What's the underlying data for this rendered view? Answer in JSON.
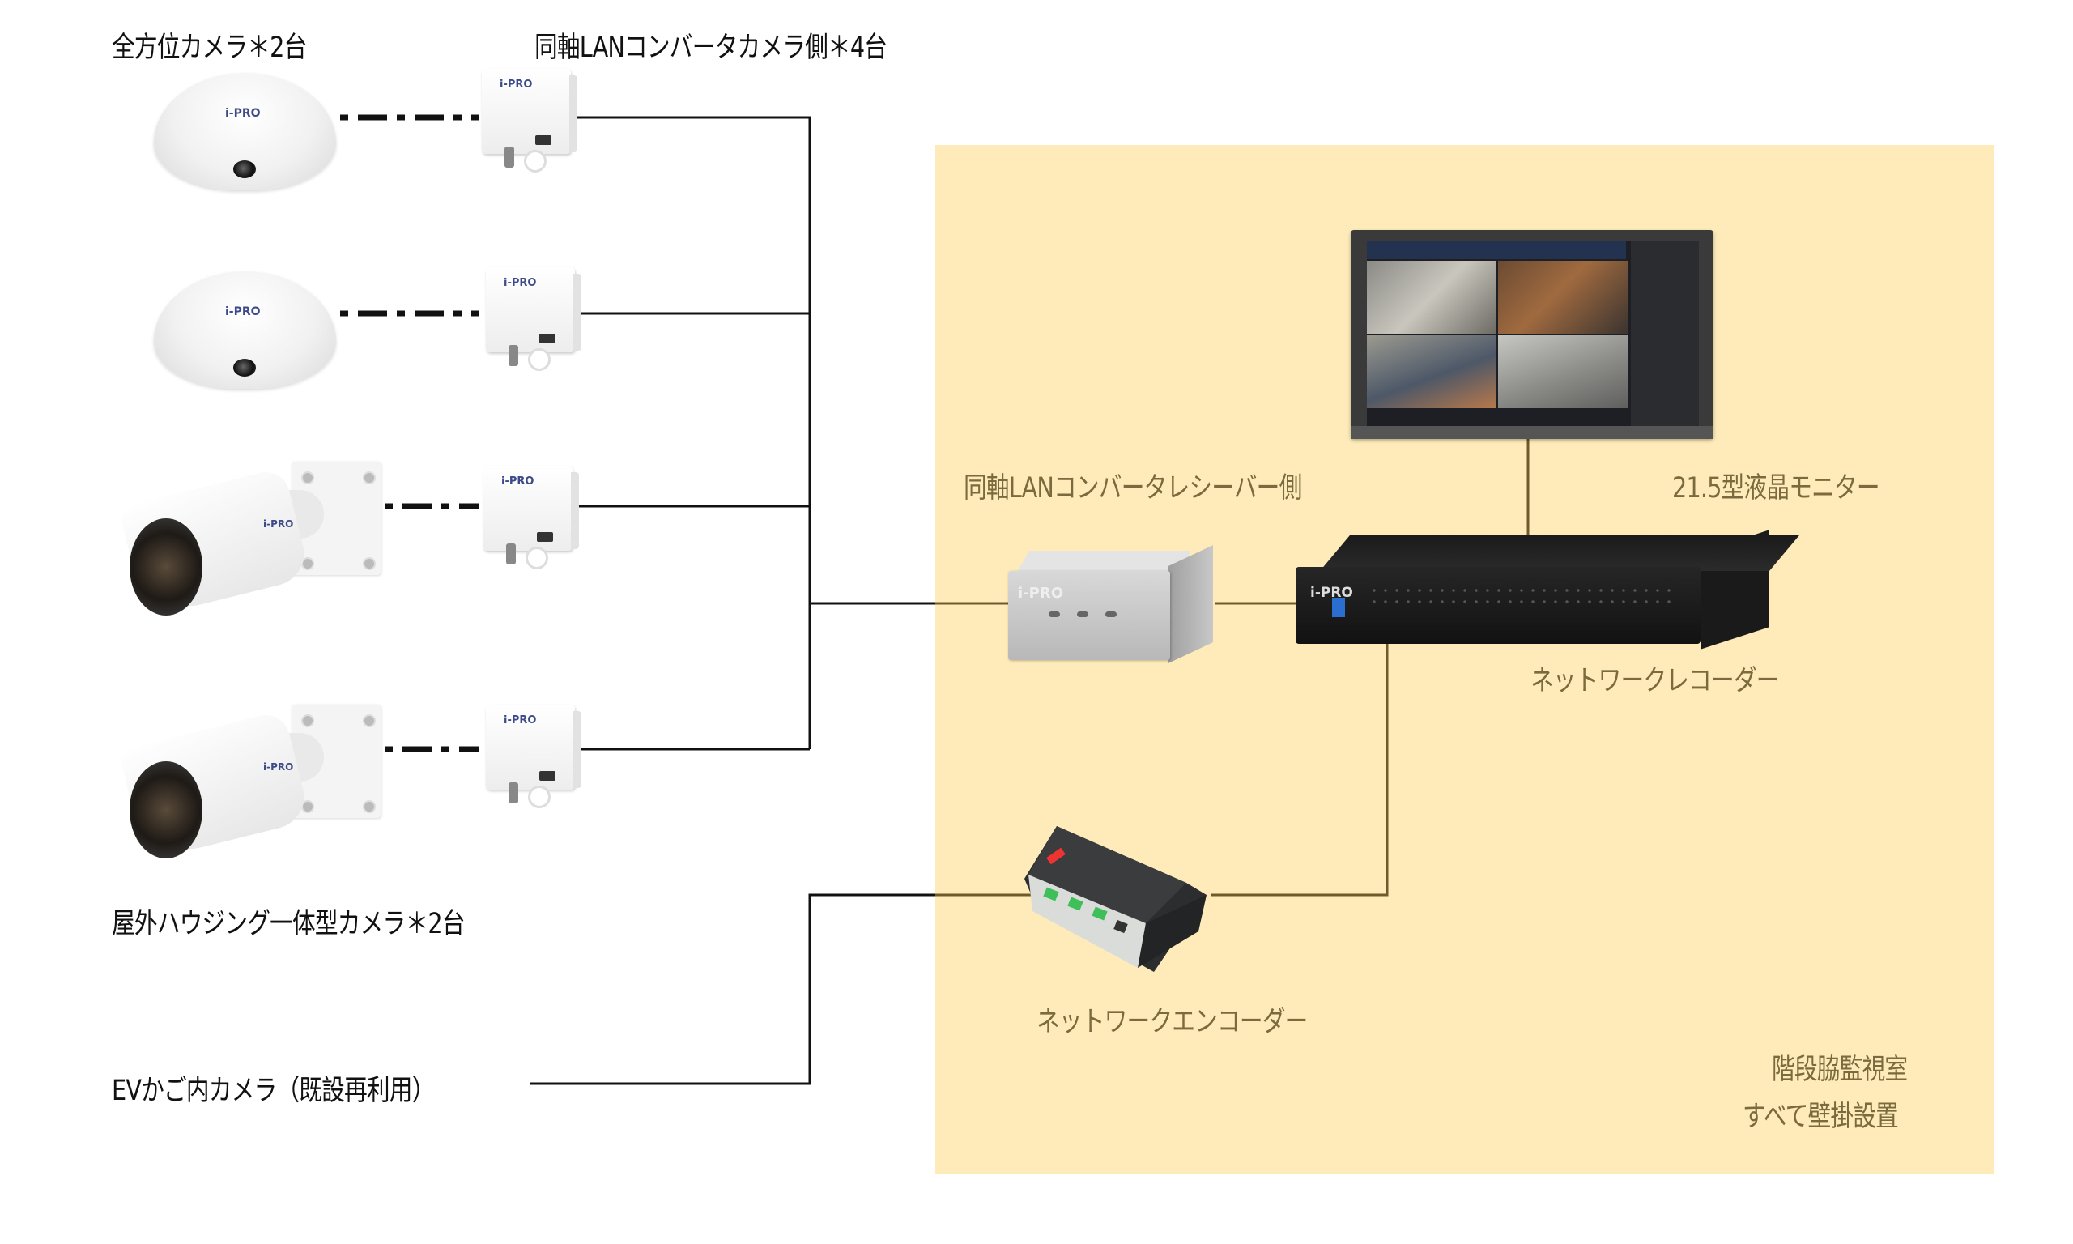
{
  "diagram": {
    "title_labels": {
      "omni_camera": "全方位カメラ＊2台",
      "coax_converter_camera_side": "同軸LANコンバータカメラ側＊4台",
      "outdoor_camera": "屋外ハウジング一体型カメラ＊2台",
      "ev_camera": "EVかご内カメラ（既設再利用）"
    },
    "room": {
      "coax_receiver": "同軸LANコンバータレシーバー側",
      "monitor": "21.5型液晶モニター",
      "recorder": "ネットワークレコーダー",
      "encoder": "ネットワークエンコーダー",
      "room_name": "階段脇監視室",
      "install_note": "すべて壁掛設置"
    },
    "brand": "i-PRO",
    "colors": {
      "room_fill": "#feebb9",
      "room_text": "#7a6a3e",
      "room_wire": "#6e5a2a",
      "wire": "#111111"
    },
    "devices": [
      {
        "type": "omni-dome-camera",
        "count": 2
      },
      {
        "type": "bullet-camera",
        "count": 2
      },
      {
        "type": "coax-lan-converter-camera-side",
        "count": 4
      },
      {
        "type": "coax-lan-converter-receiver",
        "count": 1
      },
      {
        "type": "network-recorder",
        "count": 1
      },
      {
        "type": "lcd-monitor",
        "count": 1
      },
      {
        "type": "network-encoder",
        "count": 1
      }
    ]
  }
}
